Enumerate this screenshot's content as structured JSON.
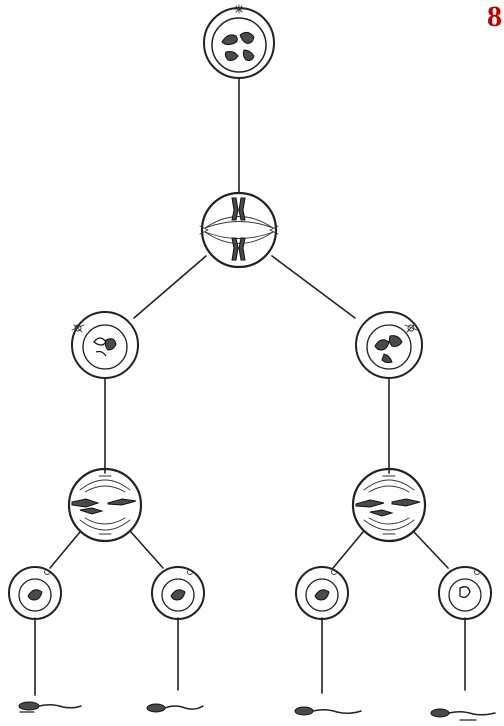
{
  "page_number": "8",
  "colors": {
    "page_number": "#c00000",
    "ink": "#222222",
    "chromosome_fill": "#4a4a4a",
    "background": "#ffffff"
  },
  "diagram": {
    "stages": [
      {
        "id": "parent-cell",
        "kind": "interphase"
      },
      {
        "id": "meiosis-1-cell",
        "kind": "metaphase-I"
      },
      {
        "id": "daughter-cell-left",
        "kind": "prophase-II"
      },
      {
        "id": "daughter-cell-right",
        "kind": "prophase-II"
      },
      {
        "id": "meiosis-2-cell-left",
        "kind": "metaphase-II"
      },
      {
        "id": "meiosis-2-cell-right",
        "kind": "metaphase-II"
      },
      {
        "id": "spermatid-1",
        "kind": "spermatid"
      },
      {
        "id": "spermatid-2",
        "kind": "spermatid"
      },
      {
        "id": "spermatid-3",
        "kind": "spermatid"
      },
      {
        "id": "spermatid-4",
        "kind": "spermatid"
      }
    ],
    "sperm_count": 4
  }
}
